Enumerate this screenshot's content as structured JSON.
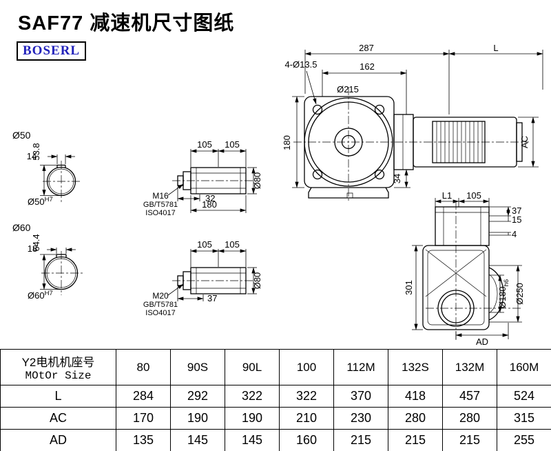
{
  "page": {
    "title": "SAF77 减速机尺寸图纸"
  },
  "logo": {
    "text": "BOSERL"
  },
  "front_view": {
    "dim_width": "287",
    "dim_motor_len": "L",
    "dim_holes": "4-Ø13.5",
    "dim_162": "162",
    "dim_flange": "Ø215",
    "dim_height": "180",
    "dim_34": "34",
    "dim_ac": "AC"
  },
  "shaft50": {
    "label": "Ø50",
    "dim_key_width": "14",
    "dim_key_height": "53.8",
    "bore": "Ø50",
    "bore_tol": "H7"
  },
  "shaft60": {
    "label": "Ø60",
    "dim_key_width": "18",
    "dim_key_height": "64.4",
    "bore": "Ø60",
    "bore_tol": "H7"
  },
  "bushing1": {
    "dim_105a": "105",
    "dim_105b": "105",
    "thread": "M16",
    "std1": "GB/T5781",
    "std2": "ISO4017",
    "dim_32": "32",
    "dim_180": "180",
    "dim_d80": "Ø80"
  },
  "bushing2": {
    "dim_105a": "105",
    "dim_105b": "105",
    "thread": "M20",
    "std1": "GB/T5781",
    "std2": "ISO4017",
    "dim_37": "37",
    "dim_d80": "Ø80"
  },
  "side_view": {
    "dim_l1": "L1",
    "dim_105": "105",
    "dim_37": "37",
    "dim_15": "15",
    "dim_4": "4",
    "dim_301": "301",
    "dim_d180": "Ø180",
    "dim_d180_tol": "h6",
    "dim_d250": "Ø250",
    "dim_ad": "AD"
  },
  "table": {
    "header_col": {
      "line1": "Y2电机机座号",
      "line2": "MOtOr Size"
    },
    "sizes": [
      "80",
      "90S",
      "90L",
      "100",
      "112M",
      "132S",
      "132M",
      "160M"
    ],
    "rows": [
      {
        "label": "L",
        "values": [
          "284",
          "292",
          "322",
          "322",
          "370",
          "418",
          "457",
          "524"
        ]
      },
      {
        "label": "AC",
        "values": [
          "170",
          "190",
          "190",
          "210",
          "230",
          "280",
          "280",
          "315"
        ]
      },
      {
        "label": "AD",
        "values": [
          "135",
          "145",
          "145",
          "160",
          "215",
          "215",
          "215",
          "255"
        ]
      }
    ]
  }
}
